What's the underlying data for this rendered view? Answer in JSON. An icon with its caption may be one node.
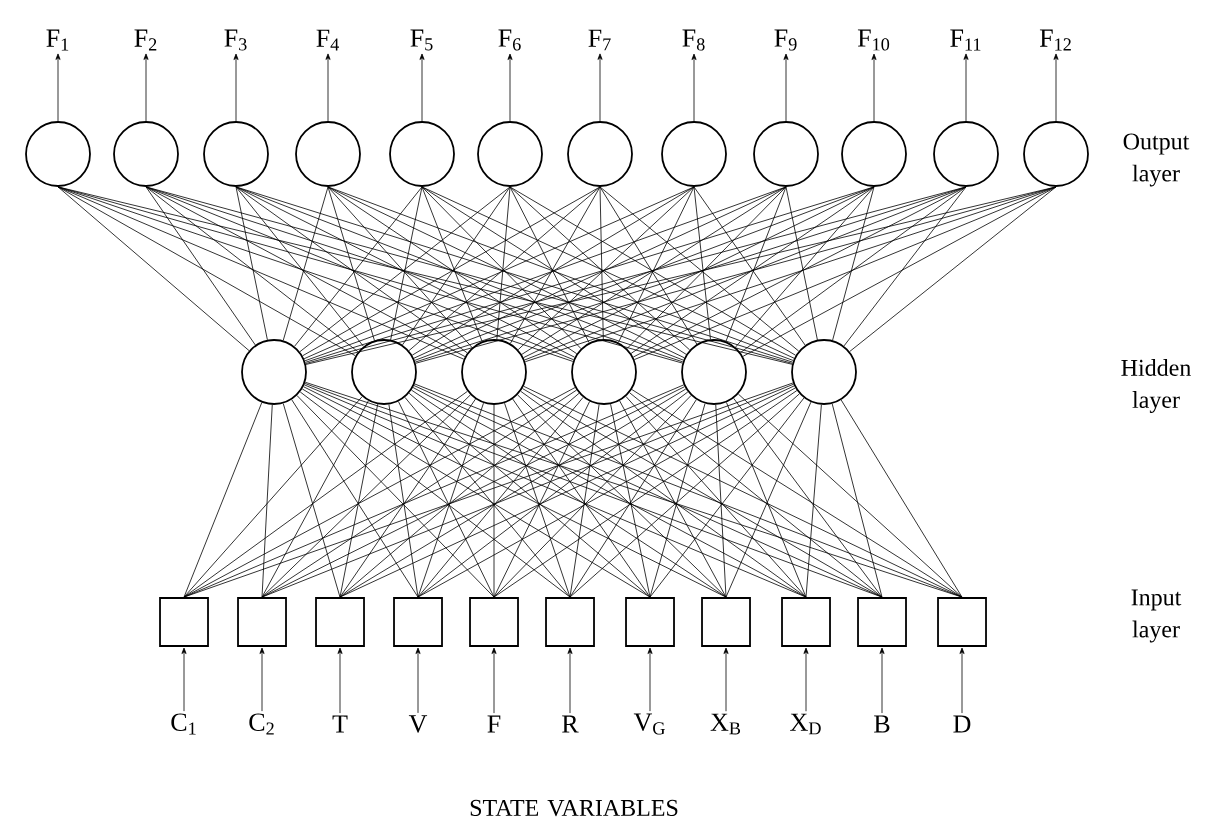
{
  "diagram": {
    "nodes": [
      {
        "text": [
          "F$_{1}$"
        ]
      },
      {
        "text": [
          "F$_{2}$"
        ]
      },
      {
        "text": [
          "F$_{3}$"
        ]
      },
      {
        "text": [
          "F$_{4}$"
        ]
      },
      {
        "text": [
          "F$_{5}$"
        ]
      },
      {
        "text": [
          "F$_{6}$"
        ]
      },
      {
        "text": [
          "F$_{7}$"
        ]
      },
      {
        "text": [
          "F$_{8}$"
        ]
      },
      {
        "text": [
          "F$_{9}$"
        ]
      },
      {
        "text": [
          "F$_{10}$"
        ]
      },
      {
        "text": [
          "F$_{11}$"
        ]
      },
      {
        "text": [
          "F$_{12}$"
        ]
      },
      {
        "text": [],
        "shape": "circle"
      },
      {
        "text": [],
        "shape": "circle"
      },
      {
        "text": [],
        "shape": "circle"
      },
      {
        "text": [],
        "shape": "circle"
      },
      {
        "text": [],
        "shape": "circle"
      },
      {
        "text": [],
        "shape": "circle"
      },
      {
        "text": [],
        "shape": "circle"
      },
      {
        "text": [],
        "shape": "circle"
      },
      {
        "text": [],
        "shape": "circle"
      },
      {
        "text": [],
        "shape": "circle"
      },
      {
        "text": [],
        "shape": "circle"
      },
      {
        "text": [],
        "shape": "circle"
      },
      {
        "text": [],
        "shape": "circle"
      },
      {
        "text": [],
        "shape": "circle"
      },
      {
        "text": [],
        "shape": "circle"
      },
      {
        "text": [],
        "shape": "circle"
      },
      {
        "text": [],
        "shape": "circle"
      },
      {
        "text": [],
        "shape": "circle"
      },
      {
        "text": [],
        "shape": "box"
      },
      {
        "text": [],
        "shape": "box"
      },
      {
        "text": [],
        "shape": "box"
      },
      {
        "text": [],
        "shape": "box"
      },
      {
        "text": [],
        "shape": "box"
      },
      {
        "text": [],
        "shape": "box"
      },
      {
        "text": [],
        "shape": "box"
      },
      {
        "text": [],
        "shape": "box"
      },
      {
        "text": [],
        "shape": "box"
      },
      {
        "text": [],
        "shape": "box"
      },
      {
        "text": [],
        "shape": "box"
      },
      {
        "text": [
          "C$_{1}$"
        ]
      },
      {
        "text": [
          "C$_{2}$"
        ]
      },
      {
        "text": [
          "T"
        ]
      },
      {
        "text": [
          "V"
        ]
      },
      {
        "text": [
          "F"
        ]
      },
      {
        "text": [
          "R"
        ]
      },
      {
        "text": [
          "V$_{G}$"
        ]
      },
      {
        "text": [
          "X$_{B}$"
        ]
      },
      {
        "text": [
          "X$_{D}$"
        ]
      },
      {
        "text": [
          "B"
        ]
      },
      {
        "text": [
          "D"
        ]
      }
    ],
    "edges": [
      {
        "from": 12,
        "to": 0,
        "arrow": "to"
      },
      {
        "from": 13,
        "to": 1,
        "arrow": "to"
      },
      {
        "from": 14,
        "to": 2,
        "arrow": "to"
      },
      {
        "from": 15,
        "to": 3,
        "arrow": "to"
      },
      {
        "from": 16,
        "to": 4,
        "arrow": "to"
      },
      {
        "from": 17,
        "to": 5,
        "arrow": "to"
      },
      {
        "from": 18,
        "to": 6,
        "arrow": "to"
      },
      {
        "from": 19,
        "to": 7,
        "arrow": "to"
      },
      {
        "from": 20,
        "to": 8,
        "arrow": "to"
      },
      {
        "from": 21,
        "to": 9,
        "arrow": "to"
      },
      {
        "from": 22,
        "to": 10,
        "arrow": "to"
      },
      {
        "from": 23,
        "to": 11,
        "arrow": "to"
      },
      {
        "from": 24,
        "to": 12,
        "arrow": "none"
      },
      {
        "from": 24,
        "to": 13,
        "arrow": "none"
      },
      {
        "from": 24,
        "to": 14,
        "arrow": "none"
      },
      {
        "from": 24,
        "to": 15,
        "arrow": "none"
      },
      {
        "from": 24,
        "to": 16,
        "arrow": "none"
      },
      {
        "from": 24,
        "to": 17,
        "arrow": "none"
      },
      {
        "from": 24,
        "to": 18,
        "arrow": "none"
      },
      {
        "from": 24,
        "to": 19,
        "arrow": "none"
      },
      {
        "from": 24,
        "to": 20,
        "arrow": "none"
      },
      {
        "from": 24,
        "to": 21,
        "arrow": "none"
      },
      {
        "from": 24,
        "to": 22,
        "arrow": "none"
      },
      {
        "from": 24,
        "to": 23,
        "arrow": "none"
      },
      {
        "from": 25,
        "to": 12,
        "arrow": "none"
      },
      {
        "from": 25,
        "to": 13,
        "arrow": "none"
      },
      {
        "from": 25,
        "to": 14,
        "arrow": "none"
      },
      {
        "from": 25,
        "to": 15,
        "arrow": "none"
      },
      {
        "from": 25,
        "to": 16,
        "arrow": "none"
      },
      {
        "from": 25,
        "to": 17,
        "arrow": "none"
      },
      {
        "from": 25,
        "to": 18,
        "arrow": "none"
      },
      {
        "from": 25,
        "to": 19,
        "arrow": "none"
      },
      {
        "from": 25,
        "to": 20,
        "arrow": "none"
      },
      {
        "from": 25,
        "to": 21,
        "arrow": "none"
      },
      {
        "from": 25,
        "to": 22,
        "arrow": "none"
      },
      {
        "from": 25,
        "to": 23,
        "arrow": "none"
      },
      {
        "from": 26,
        "to": 12,
        "arrow": "none"
      },
      {
        "from": 26,
        "to": 13,
        "arrow": "none"
      },
      {
        "from": 26,
        "to": 14,
        "arrow": "none"
      },
      {
        "from": 26,
        "to": 15,
        "arrow": "none"
      },
      {
        "from": 26,
        "to": 16,
        "arrow": "none"
      },
      {
        "from": 26,
        "to": 17,
        "arrow": "none"
      },
      {
        "from": 26,
        "to": 18,
        "arrow": "none"
      },
      {
        "from": 26,
        "to": 19,
        "arrow": "none"
      },
      {
        "from": 26,
        "to": 20,
        "arrow": "none"
      },
      {
        "from": 26,
        "to": 21,
        "arrow": "none"
      },
      {
        "from": 26,
        "to": 22,
        "arrow": "none"
      },
      {
        "from": 26,
        "to": 23,
        "arrow": "none"
      },
      {
        "from": 27,
        "to": 12,
        "arrow": "none"
      },
      {
        "from": 27,
        "to": 13,
        "arrow": "none"
      },
      {
        "from": 27,
        "to": 14,
        "arrow": "none"
      },
      {
        "from": 27,
        "to": 15,
        "arrow": "none"
      },
      {
        "from": 27,
        "to": 16,
        "arrow": "none"
      },
      {
        "from": 27,
        "to": 17,
        "arrow": "none"
      },
      {
        "from": 27,
        "to": 18,
        "arrow": "none"
      },
      {
        "from": 27,
        "to": 19,
        "arrow": "none"
      },
      {
        "from": 27,
        "to": 20,
        "arrow": "none"
      },
      {
        "from": 27,
        "to": 21,
        "arrow": "none"
      },
      {
        "from": 27,
        "to": 22,
        "arrow": "none"
      },
      {
        "from": 27,
        "to": 23,
        "arrow": "none"
      },
      {
        "from": 28,
        "to": 12,
        "arrow": "none"
      },
      {
        "from": 28,
        "to": 13,
        "arrow": "none"
      },
      {
        "from": 28,
        "to": 14,
        "arrow": "none"
      },
      {
        "from": 28,
        "to": 15,
        "arrow": "none"
      },
      {
        "from": 28,
        "to": 16,
        "arrow": "none"
      },
      {
        "from": 28,
        "to": 17,
        "arrow": "none"
      },
      {
        "from": 28,
        "to": 18,
        "arrow": "none"
      },
      {
        "from": 28,
        "to": 19,
        "arrow": "none"
      },
      {
        "from": 28,
        "to": 20,
        "arrow": "none"
      },
      {
        "from": 28,
        "to": 21,
        "arrow": "none"
      },
      {
        "from": 28,
        "to": 22,
        "arrow": "none"
      },
      {
        "from": 28,
        "to": 23,
        "arrow": "none"
      },
      {
        "from": 29,
        "to": 12,
        "arrow": "none"
      },
      {
        "from": 29,
        "to": 13,
        "arrow": "none"
      },
      {
        "from": 29,
        "to": 14,
        "arrow": "none"
      },
      {
        "from": 29,
        "to": 15,
        "arrow": "none"
      },
      {
        "from": 29,
        "to": 16,
        "arrow": "none"
      },
      {
        "from": 29,
        "to": 17,
        "arrow": "none"
      },
      {
        "from": 29,
        "to": 18,
        "arrow": "none"
      },
      {
        "from": 29,
        "to": 19,
        "arrow": "none"
      },
      {
        "from": 29,
        "to": 20,
        "arrow": "none"
      },
      {
        "from": 29,
        "to": 21,
        "arrow": "none"
      },
      {
        "from": 29,
        "to": 22,
        "arrow": "none"
      },
      {
        "from": 29,
        "to": 23,
        "arrow": "none"
      },
      {
        "from": 30,
        "to": 24,
        "arrow": "none"
      },
      {
        "from": 30,
        "to": 25,
        "arrow": "none"
      },
      {
        "from": 30,
        "to": 26,
        "arrow": "none"
      },
      {
        "from": 30,
        "to": 27,
        "arrow": "none"
      },
      {
        "from": 30,
        "to": 28,
        "arrow": "none"
      },
      {
        "from": 30,
        "to": 29,
        "arrow": "none"
      },
      {
        "from": 31,
        "to": 24,
        "arrow": "none"
      },
      {
        "from": 31,
        "to": 25,
        "arrow": "none"
      },
      {
        "from": 31,
        "to": 26,
        "arrow": "none"
      },
      {
        "from": 31,
        "to": 27,
        "arrow": "none"
      },
      {
        "from": 31,
        "to": 28,
        "arrow": "none"
      },
      {
        "from": 31,
        "to": 29,
        "arrow": "none"
      },
      {
        "from": 32,
        "to": 24,
        "arrow": "none"
      },
      {
        "from": 32,
        "to": 25,
        "arrow": "none"
      },
      {
        "from": 32,
        "to": 26,
        "arrow": "none"
      },
      {
        "from": 32,
        "to": 27,
        "arrow": "none"
      },
      {
        "from": 32,
        "to": 28,
        "arrow": "none"
      },
      {
        "from": 32,
        "to": 29,
        "arrow": "none"
      },
      {
        "from": 33,
        "to": 24,
        "arrow": "none"
      },
      {
        "from": 33,
        "to": 25,
        "arrow": "none"
      },
      {
        "from": 33,
        "to": 26,
        "arrow": "none"
      },
      {
        "from": 33,
        "to": 27,
        "arrow": "none"
      },
      {
        "from": 33,
        "to": 28,
        "arrow": "none"
      },
      {
        "from": 33,
        "to": 29,
        "arrow": "none"
      },
      {
        "from": 34,
        "to": 24,
        "arrow": "none"
      },
      {
        "from": 34,
        "to": 25,
        "arrow": "none"
      },
      {
        "from": 34,
        "to": 26,
        "arrow": "none"
      },
      {
        "from": 34,
        "to": 27,
        "arrow": "none"
      },
      {
        "from": 34,
        "to": 28,
        "arrow": "none"
      },
      {
        "from": 34,
        "to": 29,
        "arrow": "none"
      },
      {
        "from": 35,
        "to": 24,
        "arrow": "none"
      },
      {
        "from": 35,
        "to": 25,
        "arrow": "none"
      },
      {
        "from": 35,
        "to": 26,
        "arrow": "none"
      },
      {
        "from": 35,
        "to": 27,
        "arrow": "none"
      },
      {
        "from": 35,
        "to": 28,
        "arrow": "none"
      },
      {
        "from": 35,
        "to": 29,
        "arrow": "none"
      },
      {
        "from": 36,
        "to": 24,
        "arrow": "none"
      },
      {
        "from": 36,
        "to": 25,
        "arrow": "none"
      },
      {
        "from": 36,
        "to": 26,
        "arrow": "none"
      },
      {
        "from": 36,
        "to": 27,
        "arrow": "none"
      },
      {
        "from": 36,
        "to": 28,
        "arrow": "none"
      },
      {
        "from": 36,
        "to": 29,
        "arrow": "none"
      },
      {
        "from": 37,
        "to": 24,
        "arrow": "none"
      },
      {
        "from": 37,
        "to": 25,
        "arrow": "none"
      },
      {
        "from": 37,
        "to": 26,
        "arrow": "none"
      },
      {
        "from": 37,
        "to": 27,
        "arrow": "none"
      },
      {
        "from": 37,
        "to": 28,
        "arrow": "none"
      },
      {
        "from": 37,
        "to": 29,
        "arrow": "none"
      },
      {
        "from": 38,
        "to": 24,
        "arrow": "none"
      },
      {
        "from": 38,
        "to": 25,
        "arrow": "none"
      },
      {
        "from": 38,
        "to": 26,
        "arrow": "none"
      },
      {
        "from": 38,
        "to": 27,
        "arrow": "none"
      },
      {
        "from": 38,
        "to": 28,
        "arrow": "none"
      },
      {
        "from": 38,
        "to": 29,
        "arrow": "none"
      },
      {
        "from": 39,
        "to": 24,
        "arrow": "none"
      },
      {
        "from": 39,
        "to": 25,
        "arrow": "none"
      },
      {
        "from": 39,
        "to": 26,
        "arrow": "none"
      },
      {
        "from": 39,
        "to": 27,
        "arrow": "none"
      },
      {
        "from": 39,
        "to": 28,
        "arrow": "none"
      },
      {
        "from": 39,
        "to": 29,
        "arrow": "none"
      },
      {
        "from": 40,
        "to": 24,
        "arrow": "none"
      },
      {
        "from": 40,
        "to": 25,
        "arrow": "none"
      },
      {
        "from": 40,
        "to": 26,
        "arrow": "none"
      },
      {
        "from": 40,
        "to": 27,
        "arrow": "none"
      },
      {
        "from": 40,
        "to": 28,
        "arrow": "none"
      },
      {
        "from": 40,
        "to": 29,
        "arrow": "none"
      },
      {
        "from": 41,
        "to": 30,
        "arrow": "to"
      },
      {
        "from": 42,
        "to": 31,
        "arrow": "to"
      },
      {
        "from": 43,
        "to": 32,
        "arrow": "to"
      },
      {
        "from": 44,
        "to": 33,
        "arrow": "to"
      },
      {
        "from": 45,
        "to": 34,
        "arrow": "to"
      },
      {
        "from": 46,
        "to": 35,
        "arrow": "to"
      },
      {
        "from": 47,
        "to": 36,
        "arrow": "to"
      },
      {
        "from": 48,
        "to": 37,
        "arrow": "to"
      },
      {
        "from": 49,
        "to": 38,
        "arrow": "to"
      },
      {
        "from": 50,
        "to": 39,
        "arrow": "to"
      },
      {
        "from": 51,
        "to": 40,
        "arrow": "to"
      }
    ],
    "labels": [
      "Output layer",
      "Hidden layer",
      "Input layer",
      "STATE VARIABLES"
    ]
  }
}
